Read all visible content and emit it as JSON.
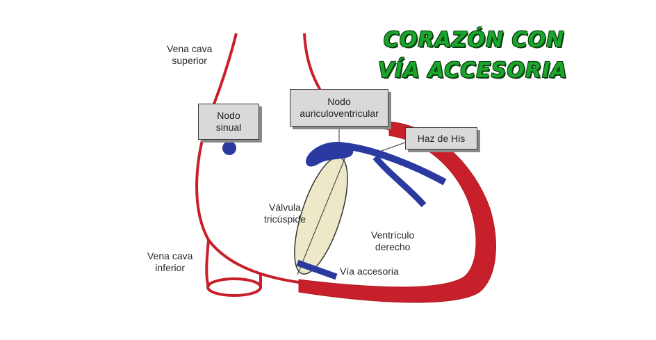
{
  "title": {
    "line1": "CORAZÓN CON",
    "line2": "VÍA ACCESORIA"
  },
  "labels": {
    "vena_cava_superior": [
      "Vena cava",
      "superior"
    ],
    "vena_cava_inferior": [
      "Vena cava",
      "inferior"
    ],
    "valvula_tricuspide": [
      "Válvula",
      "tricúspide"
    ],
    "ventriculo_derecho": [
      "Ventrículo",
      "derecho"
    ],
    "via_accesoria": "Vía accesoria"
  },
  "boxes": {
    "nodo_sinual": [
      "Nodo",
      "sinual"
    ],
    "nodo_av": [
      "Nodo",
      "auriculoventricular"
    ],
    "haz_de_his": "Haz de His"
  },
  "colors": {
    "heart_wall": "#c8202a",
    "conduction": "#2a3aa0",
    "valve": "#ece8c8",
    "title_green": "#1aa62a"
  }
}
